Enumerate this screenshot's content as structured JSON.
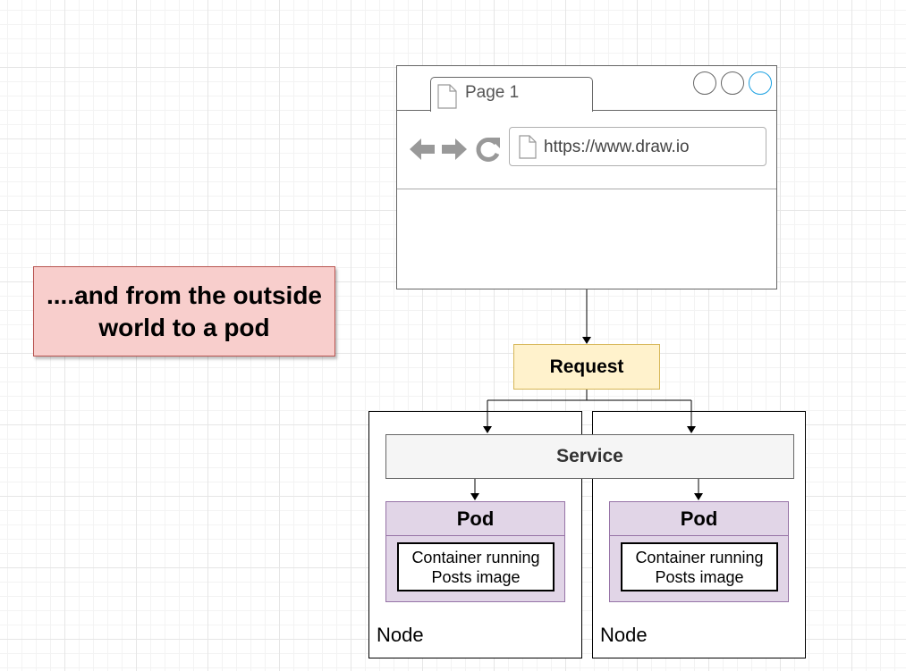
{
  "title": {
    "line1": "....and from the outside",
    "line2": "world to a pod"
  },
  "browser": {
    "tab_label": "Page 1",
    "url": "https://www.draw.io",
    "icons": [
      "document-icon",
      "back-arrow-icon",
      "forward-arrow-icon",
      "refresh-icon"
    ]
  },
  "request": {
    "label": "Request"
  },
  "service": {
    "label": "Service"
  },
  "nodes": [
    {
      "label": "Node",
      "pod": {
        "label": "Pod",
        "container_line1": "Container running",
        "container_line2": "Posts image"
      }
    },
    {
      "label": "Node",
      "pod": {
        "label": "Pod",
        "container_line1": "Container running",
        "container_line2": "Posts image"
      }
    }
  ],
  "colors": {
    "title_fill": "#f8cecc",
    "title_stroke": "#b85450",
    "request_fill": "#fff2cc",
    "request_stroke": "#d6b656",
    "service_fill": "#f5f5f5",
    "pod_fill": "#e1d5e7",
    "pod_stroke": "#9673a6",
    "window_button_accent": "#1ba1e2"
  }
}
